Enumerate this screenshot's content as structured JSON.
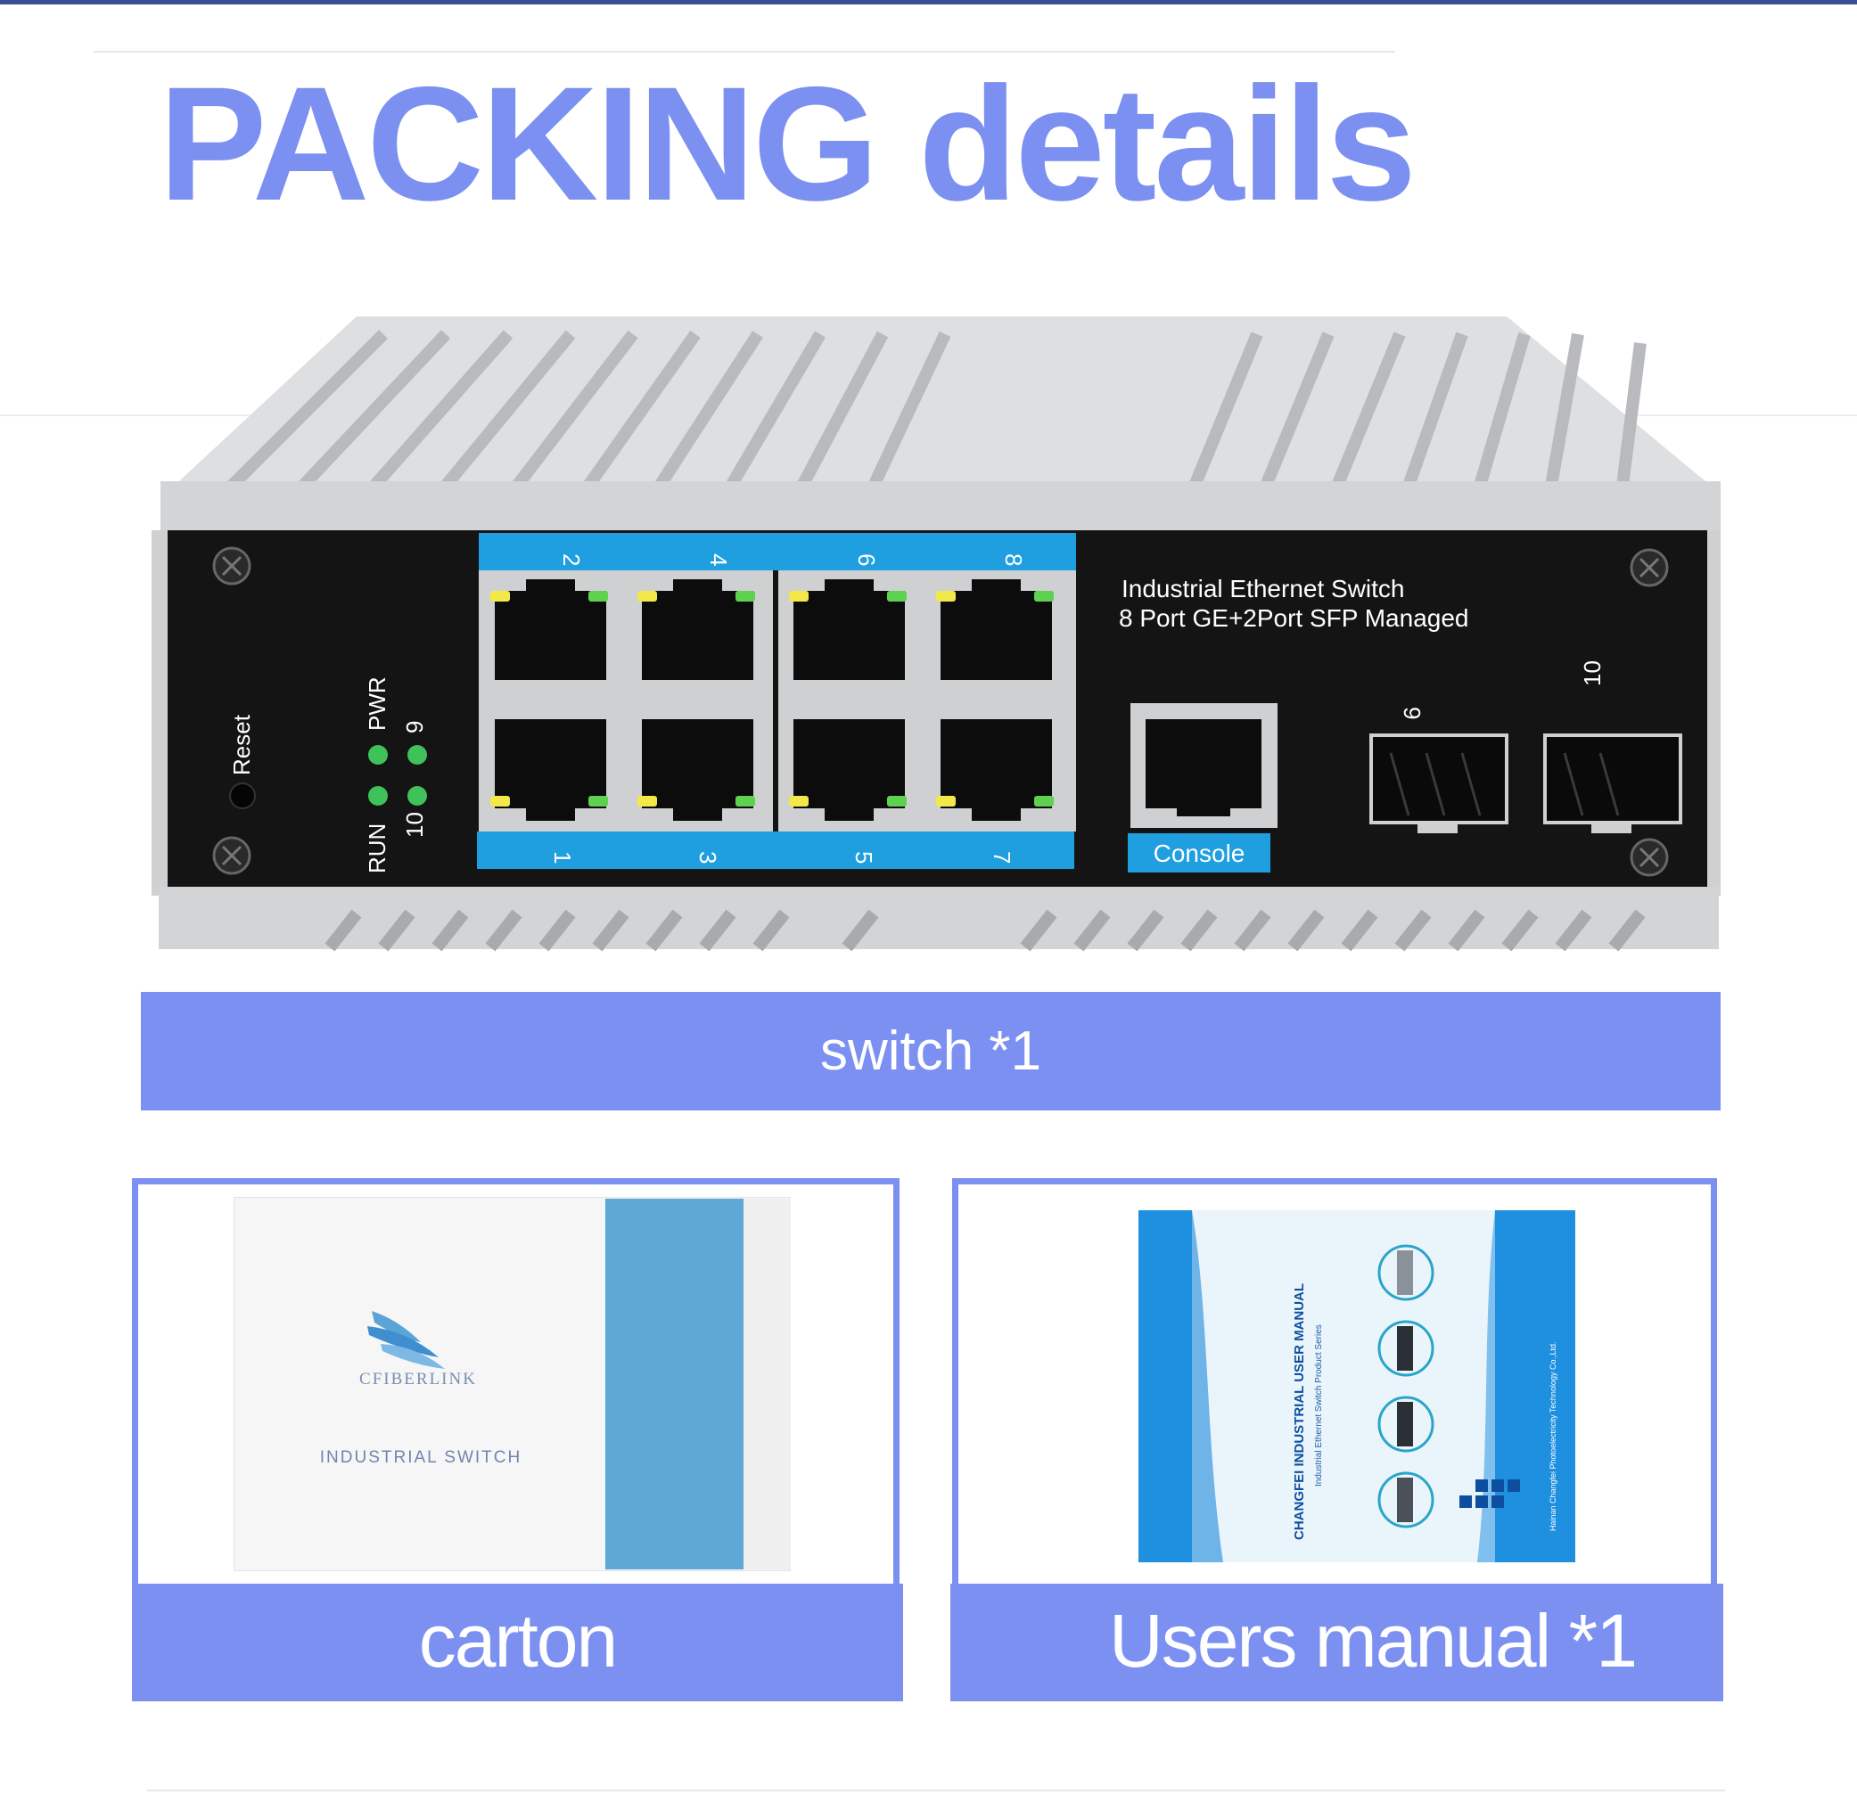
{
  "title": "PACKING details",
  "device": {
    "product_line1": "Industrial  Ethernet  Switch",
    "product_line2": "8 Port GE+2Port SFP Managed",
    "reset_label": "Reset",
    "pwr_label": "PWR",
    "run_label": "RUN",
    "led_9_label": "9",
    "led_10_label": "10",
    "top_port_labels": [
      "2",
      "4",
      "6",
      "8"
    ],
    "bottom_port_labels": [
      "1",
      "3",
      "5",
      "7"
    ],
    "console_label": "Console",
    "sfp_labels": [
      "9",
      "10"
    ]
  },
  "switch_caption": "switch *1",
  "carton": {
    "caption": "carton",
    "brand": "CFIBERLINK",
    "label": "INDUSTRIAL SWITCH"
  },
  "manual": {
    "caption": "Users manual *1",
    "title": "CHANGFEI INDUSTRIAL USER MANUAL",
    "subtitle": "Industrial Ethernet Switch Product Series",
    "company": "Hainan Changfei Photoelectricity Technology Co.,Ltd."
  },
  "colors": {
    "accent": "#7b90f0",
    "port_strip": "#1f9ee0",
    "device_face": "#141414",
    "housing": "#d6d7d9",
    "carton_stripe": "#5ea8d6",
    "manual_blue": "#1f8fe0"
  }
}
